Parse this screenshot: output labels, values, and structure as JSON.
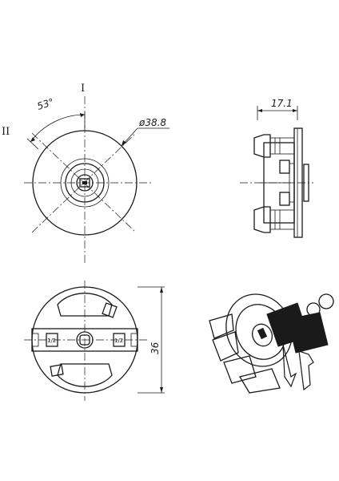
{
  "labels": {
    "roman_top": "I",
    "roman_left": "II",
    "angle": "53°",
    "diameter": "ø38.8",
    "depth": "17.1",
    "height": "36",
    "badge_left": "1/2",
    "badge_right": "1/2"
  }
}
